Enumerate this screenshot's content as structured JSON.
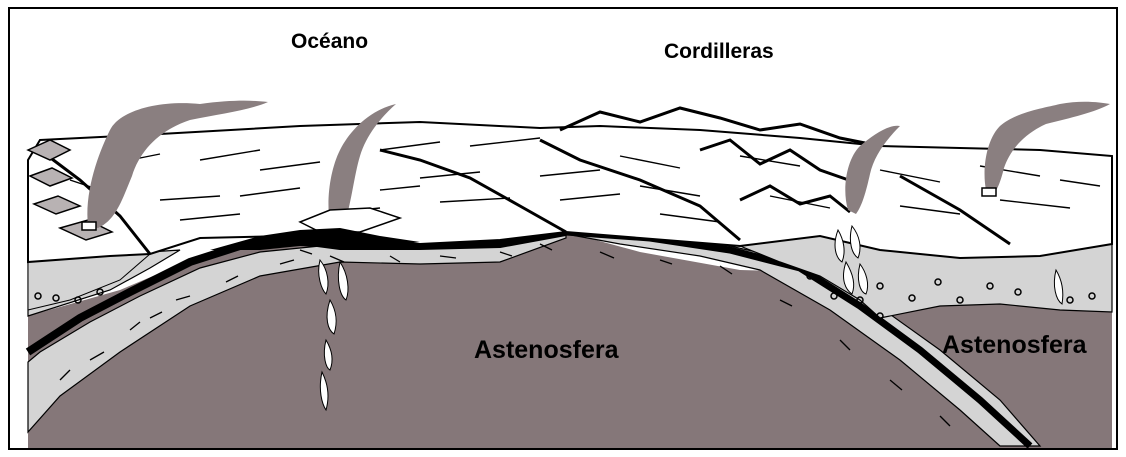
{
  "labels": {
    "ocean": "Océano",
    "mountains": "Cordilleras",
    "asthenosphere_left": "Astenosfera",
    "asthenosphere_right": "Astenosfera"
  },
  "colors": {
    "asthenosphere": "#857779",
    "crust": "#d4d4d4",
    "lithosphere_band": "#000000",
    "smoke": "#8a7f80",
    "magma": "#ffffff",
    "background": "#ffffff"
  }
}
